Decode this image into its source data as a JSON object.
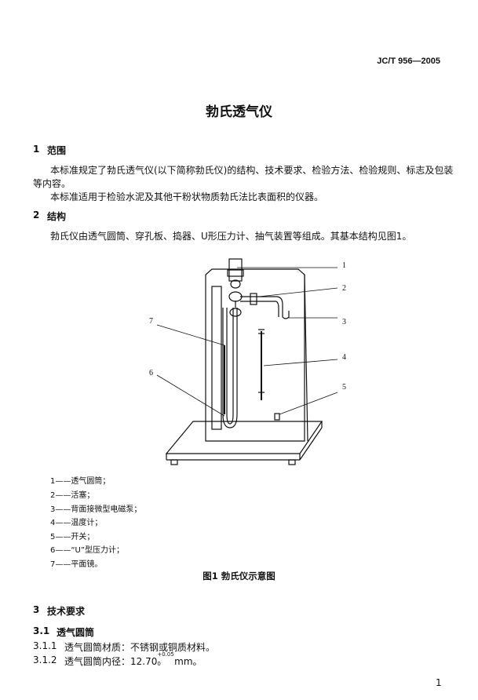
{
  "header": {
    "standard_no": "JC/T 956—2005"
  },
  "title": "勃氏透气仪",
  "sections": {
    "s1": {
      "num": "1",
      "heading": "范围",
      "p1_line1": "本标准规定了勃氏透气仪(以下简称勃氏仪)的结构、技术要求、检验方法、检验规则、标志及包装",
      "p1_line2": "等内容。",
      "p2": "本标准适用于检验水泥及其他干粉状物质勃氏法比表面积的仪器。"
    },
    "s2": {
      "num": "2",
      "heading": "结构",
      "p1": "勃氏仪由透气圆筒、穿孔板、捣器、U形压力计、抽气装置等组成。其基本结构见图1。"
    },
    "s3": {
      "num": "3",
      "heading": "技术要求"
    },
    "s31": {
      "num": "3.1",
      "heading": "透气圆筒"
    },
    "s311": {
      "num": "3.1.1",
      "text": "透气圆筒材质：不锈钢或铜质材料。"
    },
    "s312": {
      "num": "3.1.2",
      "text_pre": "透气圆筒内径：12.70",
      "sup": "+0.05",
      "sub": "0",
      "unit": " mm。"
    }
  },
  "figure": {
    "callouts": [
      "1",
      "2",
      "3",
      "4",
      "5",
      "6",
      "7"
    ],
    "legend": [
      "1——透气圆筒；",
      "2——活塞；",
      "3——背面接微型电磁泵；",
      "4——温度计；",
      "5——开关；",
      "6——“U”型压力计；",
      "7——平面镜。"
    ],
    "caption": "图1   勃氏仪示意图"
  },
  "footer": {
    "page_number": "1"
  }
}
